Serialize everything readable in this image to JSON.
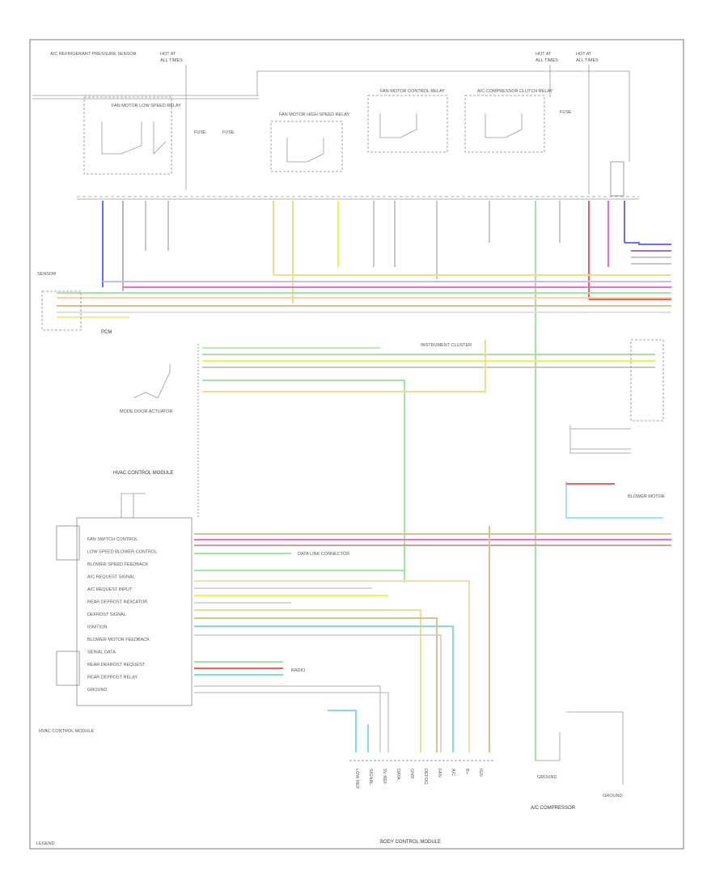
{
  "diagram": {
    "page_code": "LEGEND",
    "wire_colors": {
      "blue": "#6b6bff",
      "violet": "#b06bd6",
      "pink": "#ff66cc",
      "light_green": "#9fe89f",
      "green": "#4fe07a",
      "yellow": "#f2f24a",
      "light_yellow": "#f0f07a",
      "tan": "#d8c28a",
      "cyan": "#7ee0e0",
      "red": "#ff5a5a",
      "orange": "#ffb060",
      "gray": "#9a9a9a"
    },
    "top_labels": {
      "power_left_1": "HOT AT",
      "power_left_2": "ALL TIMES",
      "power_right_a": "HOT AT",
      "power_right_b": "HOT AT",
      "power_right_c": "ALL TIMES",
      "power_right_d": "ALL TIMES",
      "fuse_left": "FUSE",
      "fuse_mid": "FUSE",
      "fuse_right": "FUSE"
    },
    "component_labels": {
      "relay_1": "FAN MOTOR LOW SPEED RELAY",
      "relay_2": "FAN MOTOR HIGH SPEED RELAY",
      "relay_3": "FAN MOTOR CONTROL RELAY",
      "relay_4": "A/C COMPRESSOR CLUTCH RELAY",
      "pressure_sensor": "SENSOR",
      "coolant_module": "PCM",
      "hvac_module": "HVAC CONTROL MODULE",
      "body_module": "BODY CONTROL MODULE",
      "compressor": "A/C COMPRESSOR",
      "ground": "GROUND",
      "blower_motor": "BLOWER MOTOR",
      "instrument": "INSTRUMENT CLUSTER",
      "data_link": "DATA LINK CONNECTOR",
      "radio": "RADIO"
    },
    "hvac_pins": [
      "FAN SWITCH CONTROL",
      "LOW SPEED BLOWER CONTROL",
      "BLOWER SPEED FEEDBACK",
      "A/C REQUEST SIGNAL",
      "A/C REQUEST INPUT",
      "REAR DEFROST INDICATOR",
      "DEFROST SIGNAL",
      "IGNITION",
      "BLOWER MOTOR FEEDBACK",
      "SERIAL DATA",
      "REAR DEFROST REQUEST",
      "REAR DEFROST RELAY",
      "GROUND"
    ],
    "bottom_pin_labels": [
      "LOW REF",
      "SIGNAL",
      "5V REF",
      "DATA",
      "GND",
      "DEFOG",
      "FAN",
      "A/C",
      "B+",
      "IGN"
    ],
    "side_labels": {
      "left_top": "A/C REFRIGERANT PRESSURE SENSOR",
      "left_bottom": "MODE DOOR ACTUATOR"
    }
  }
}
